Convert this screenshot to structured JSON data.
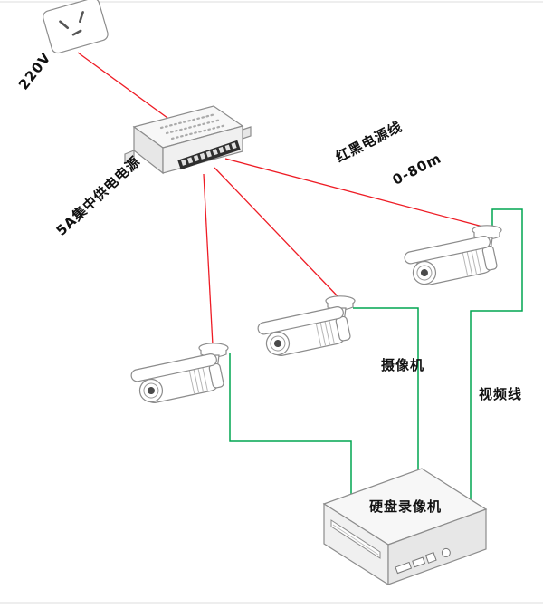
{
  "diagram": {
    "camera_count": 3,
    "labels": {
      "outlet_voltage": "220V",
      "power_supply": "5A集中供电电源",
      "power_cable": "红黑电源线",
      "power_cable_range": "0-80m",
      "camera": "摄像机",
      "video_cable": "视频线",
      "dvr": "硬盘录像机"
    },
    "colors": {
      "power_line": "#ee1c25",
      "video_line": "#00a651",
      "device_outline": "#8c8c8c",
      "label_text": "#111111"
    }
  }
}
